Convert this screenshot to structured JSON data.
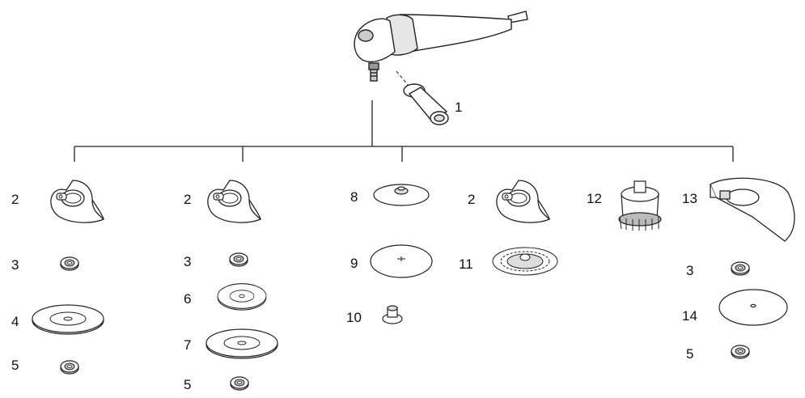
{
  "colors": {
    "line": "#222222",
    "fill": "#ffffff",
    "shade": "#d9d9d9",
    "dark": "#555555"
  },
  "callouts": {
    "n1": "1",
    "c1": [
      "2",
      "3",
      "4",
      "5"
    ],
    "c2": [
      "2",
      "3",
      "6",
      "7",
      "5"
    ],
    "c3": [
      "8",
      "9",
      "10"
    ],
    "c4": [
      "2",
      "11"
    ],
    "c5": [
      "12"
    ],
    "c6": [
      "13",
      "3",
      "14",
      "5"
    ]
  },
  "icons": {
    "tool": "angle-grinder-icon",
    "handle": "side-grip-icon",
    "guard": "wheel-guard-icon",
    "flange": "flange-nut-icon",
    "disc": "grinding-disc-icon",
    "pad": "rubber-pad-icon",
    "brush_wheel": "wire-wheel-brush-icon",
    "cup": "cup-brush-icon"
  }
}
